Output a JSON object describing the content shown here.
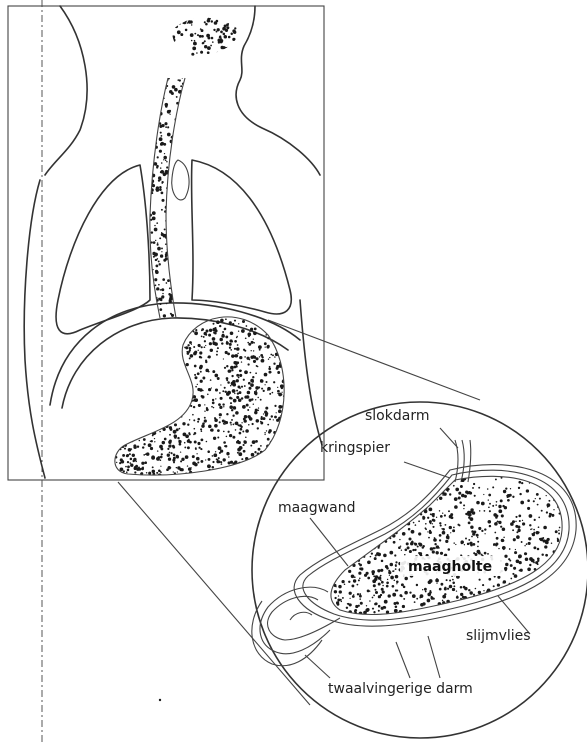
{
  "labels": {
    "slokdarm": "slokdarm",
    "kringspier": "kringspier",
    "maagwand": "maagwand",
    "maagholte": "maagholte",
    "slijmvlies": "slijmvlies",
    "twaalfvingerige_darm": "twaalvingerige darm"
  },
  "colors": {
    "ink": "#222222",
    "stipple": "#1a1a1a",
    "background": "#ffffff"
  }
}
